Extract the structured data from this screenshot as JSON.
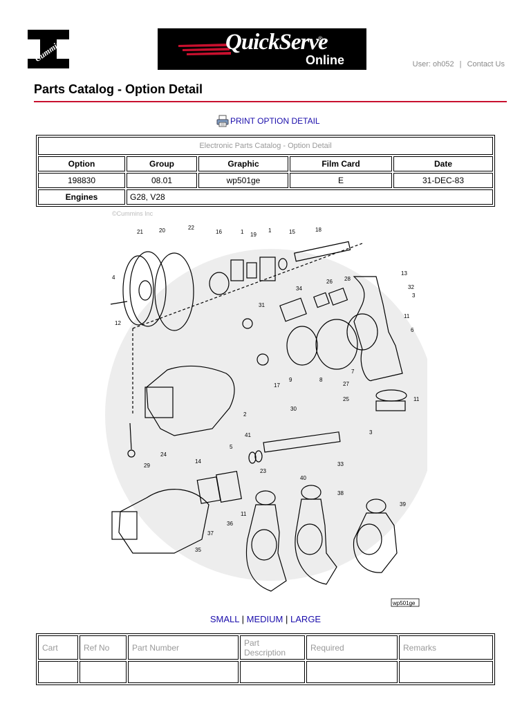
{
  "header": {
    "cummins_logo_text": "Cummins",
    "banner_title": "QuickServe",
    "banner_reg": "®",
    "banner_subtitle": "Online",
    "user_label": "User:",
    "user_name": "oh052",
    "separator": "|",
    "contact_label": "Contact Us"
  },
  "page": {
    "title": "Parts Catalog - Option Detail",
    "accent_color": "#c8102e",
    "link_color": "#1a0dab",
    "print_label": "PRINT OPTION DETAIL",
    "print_icon": "printer-icon"
  },
  "detail": {
    "caption": "Electronic Parts Catalog - Option Detail",
    "headers": [
      "Option",
      "Group",
      "Graphic",
      "Film Card",
      "Date"
    ],
    "values": [
      "198830",
      "08.01",
      "wp501ge",
      "E",
      "31-DEC-83"
    ],
    "engines_label": "Engines",
    "engines_value": "G28, V28"
  },
  "diagram": {
    "copyright": "©Cummins Inc",
    "ref_label": "wp501ge",
    "callouts": [
      "21",
      "20",
      "22",
      "16",
      "1",
      "19",
      "1",
      "15",
      "18",
      "4",
      "12",
      "13",
      "32",
      "3",
      "11",
      "34",
      "26",
      "28",
      "31",
      "6",
      "7",
      "8",
      "9",
      "17",
      "27",
      "25",
      "11",
      "2",
      "30",
      "41",
      "3",
      "33",
      "24",
      "14",
      "5",
      "29",
      "23",
      "40",
      "38",
      "39",
      "11",
      "36",
      "37",
      "35"
    ]
  },
  "size_links": {
    "small": "SMALL",
    "medium": "MEDIUM",
    "large": "LARGE",
    "separator": "|"
  },
  "parts": {
    "headers": [
      "Cart",
      "Ref No",
      "Part Number",
      "Part Description",
      "Required",
      "Remarks"
    ]
  }
}
